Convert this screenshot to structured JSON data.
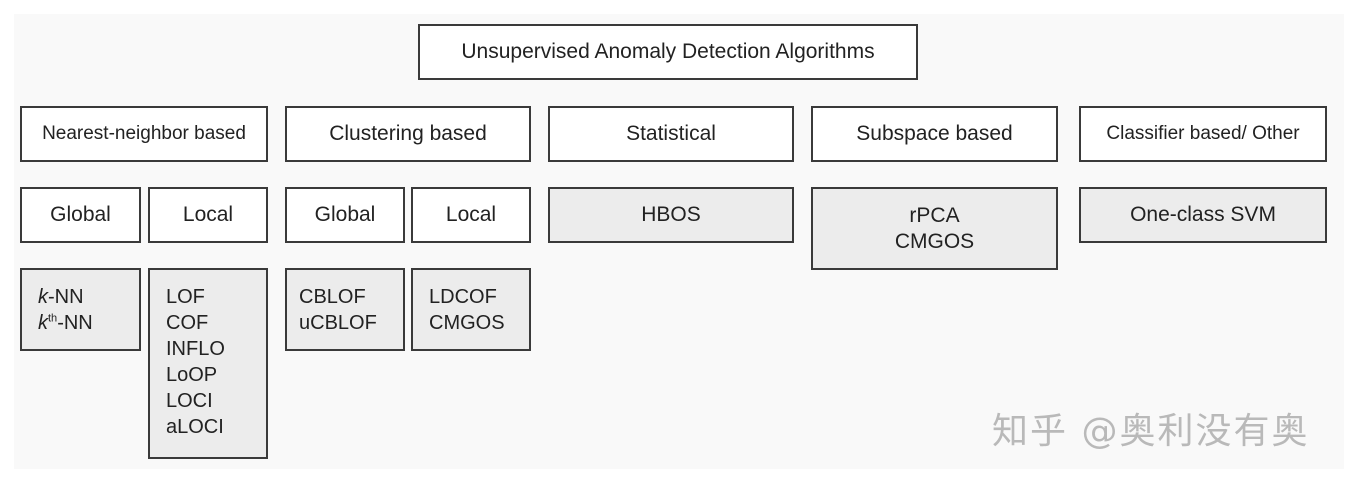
{
  "root": {
    "label": "Unsupervised Anomaly Detection Algorithms"
  },
  "categories": [
    {
      "label": "Nearest-neighbor based"
    },
    {
      "label": "Clustering based"
    },
    {
      "label": "Statistical"
    },
    {
      "label": "Subspace based"
    },
    {
      "label": "Classifier based/ Other"
    }
  ],
  "subcategories": {
    "nn_global": "Global",
    "nn_local": "Local",
    "cl_global": "Global",
    "cl_local": "Local"
  },
  "algorithms": {
    "nn_global": {
      "line1_letter": "k",
      "line1_rest": "-NN",
      "line2_letter": "k",
      "line2_sup": "th",
      "line2_rest": "-NN"
    },
    "nn_local": [
      "LOF",
      "COF",
      "INFLO",
      "LoOP",
      "LOCI",
      "aLOCI"
    ],
    "cl_global": [
      "CBLOF",
      "uCBLOF"
    ],
    "cl_local": [
      "LDCOF",
      "CMGOS"
    ],
    "statistical": [
      "HBOS"
    ],
    "subspace": [
      "rPCA",
      "CMGOS"
    ],
    "classifier": [
      "One-class SVM"
    ]
  },
  "watermark": "知乎 @奥利没有奥"
}
